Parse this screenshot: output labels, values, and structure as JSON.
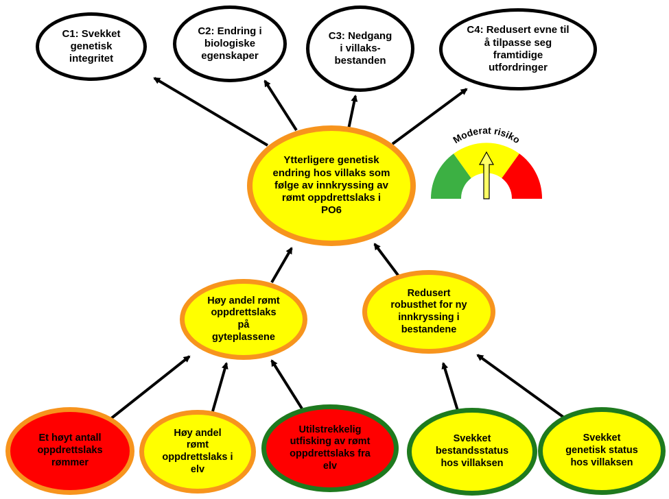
{
  "consequences": [
    {
      "id": "c1",
      "text": "C1: Svekket genetisk integritet"
    },
    {
      "id": "c2",
      "text": "C2: Endring i biologiske egenskaper"
    },
    {
      "id": "c3",
      "text": "C3: Nedgang i villaks-bestanden"
    },
    {
      "id": "c4",
      "text": "C4: Redusert evne til å tilpasse seg framtidige utfordringer"
    }
  ],
  "center": {
    "text": "Ytterligere genetisk endring hos villaks som følge av innkryssing av rømt oppdrettslaks i PO6"
  },
  "intermediate": [
    {
      "id": "hoy-andel-gyte",
      "text": "Høy andel rømt oppdrettslaks på gyteplassene"
    },
    {
      "id": "redusert-robusthet",
      "text": "Redusert robusthet for ny innkryssing i bestandene"
    }
  ],
  "factors": [
    {
      "id": "et-hoyt-antall",
      "text": "Et høyt antall oppdrettslaks rømmer"
    },
    {
      "id": "hoy-andel-elv",
      "text": "Høy andel rømt oppdrettslaks i elv"
    },
    {
      "id": "utilstrekkelig-utfisking",
      "text": "Utilstrekkelig utfisking av rømt oppdrettslaks fra elv"
    },
    {
      "id": "svekket-bestandsstatus",
      "text": "Svekket bestandsstatus hos villaksen"
    },
    {
      "id": "svekket-genetisk-status",
      "text": "Svekket genetisk status hos villaksen"
    }
  ],
  "gauge": {
    "label": "Moderat risiko",
    "level": "moderate",
    "colors": {
      "low": "#3cb043",
      "moderate": "#ffff00",
      "high": "#ff0000"
    }
  },
  "colors": {
    "yellow": "#ffff00",
    "red": "#ff0000",
    "orange_border": "#f7941d",
    "green_border": "#1e7a1e",
    "arrow": "#000000"
  }
}
